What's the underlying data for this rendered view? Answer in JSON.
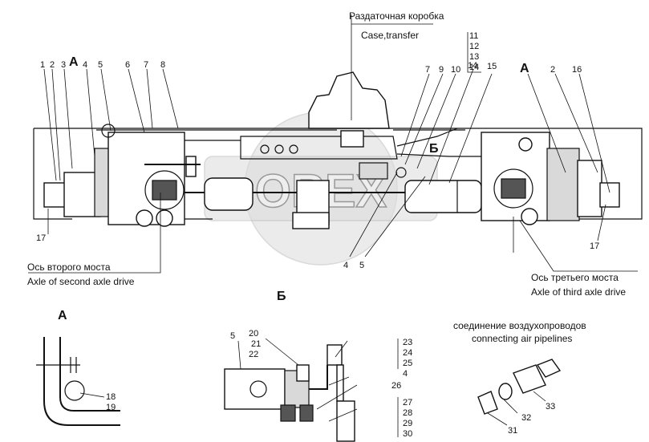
{
  "captions": {
    "transfer_ru": "Раздаточная коробка",
    "transfer_en": "Case,transfer",
    "second_ru": "Ось второго моста",
    "second_en": "Axle of second axle drive",
    "third_ru": "Ось третьего моста",
    "third_en": "Axle of third axle drive",
    "pipes_ru": "соединение воздухопроводов",
    "pipes_en": "connecting air pipelines"
  },
  "views": {
    "A_left": "А",
    "A_right": "А",
    "B_main": "Б",
    "B_title": "Б",
    "A_detail": "А"
  },
  "watermark": "OREX",
  "callouts": {
    "top_left": [
      "1",
      "2",
      "3",
      "4",
      "5",
      "6",
      "7",
      "8"
    ],
    "top_right": [
      "7",
      "9",
      "10",
      "14",
      "15",
      "2",
      "16"
    ],
    "stack_11_14": [
      "11",
      "12",
      "13",
      "14"
    ],
    "bottom": [
      "17",
      "17",
      "4",
      "5"
    ],
    "detail_A": [
      "18",
      "19"
    ],
    "detail_B_top": [
      "5",
      "20",
      "21",
      "22"
    ],
    "detail_B_right": [
      "23",
      "24",
      "25",
      "4",
      "26",
      "27",
      "28",
      "29",
      "30"
    ],
    "pipes": [
      "31",
      "32",
      "33"
    ]
  }
}
